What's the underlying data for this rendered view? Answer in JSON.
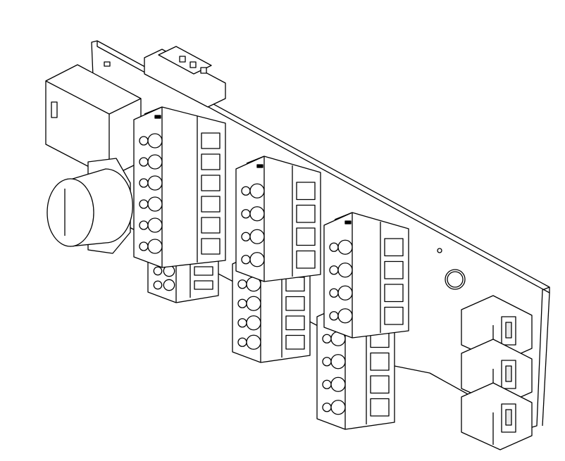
{
  "colors": {
    "line": "#000000",
    "fill": "#ffffff",
    "shade": "#e8e8e8"
  },
  "terminal_blocks": [
    {
      "id": "tb-upper-left",
      "poles": 6
    },
    {
      "id": "tb-lower-left",
      "poles": 2
    },
    {
      "id": "tb-upper-middle",
      "poles": 4
    },
    {
      "id": "tb-lower-middle",
      "poles": 4
    },
    {
      "id": "tb-upper-right",
      "poles": 4
    },
    {
      "id": "tb-lower-right",
      "poles": 4
    }
  ],
  "edge_connectors": {
    "poles": 3
  }
}
